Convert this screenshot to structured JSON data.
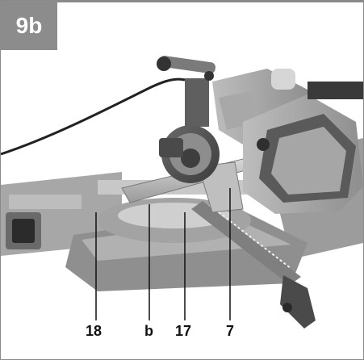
{
  "figure": {
    "badge": "9b",
    "callouts": [
      {
        "id": "18",
        "text": "18"
      },
      {
        "id": "b",
        "text": "b"
      },
      {
        "id": "17",
        "text": "17"
      },
      {
        "id": "7",
        "text": "7"
      }
    ]
  }
}
